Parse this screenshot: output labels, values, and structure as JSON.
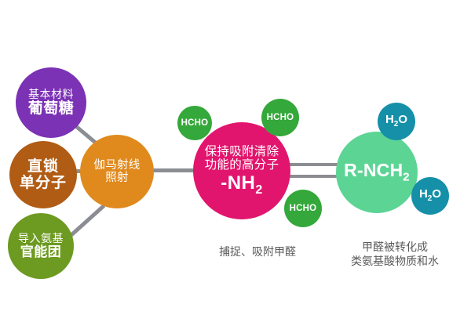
{
  "diagram": {
    "nodes": {
      "glucose": {
        "line1": "基本材料",
        "line2": "葡萄糖",
        "color": "#7b32b4"
      },
      "monomer": {
        "line1": "直锁",
        "line2": "单分子",
        "color": "#b05c15"
      },
      "amino": {
        "line1": "导入氨基",
        "line2": "官能团",
        "color": "#6d9a20"
      },
      "gamma": {
        "line1": "伽马射线",
        "line2": "照射",
        "color": "#e08a1e"
      },
      "polymer": {
        "line1": "保持吸附清除",
        "line2": "功能的高分子",
        "formula_main": "-NH",
        "formula_sub": "2",
        "color": "#e2156e"
      },
      "product": {
        "formula_main": "R-NCH",
        "formula_sub": "2",
        "color": "#5bd494"
      },
      "hcho_1": {
        "label": "HCHO",
        "color": "#34a83a"
      },
      "hcho_2": {
        "label": "HCHO",
        "color": "#34a83a"
      },
      "hcho_3": {
        "label": "HCHO",
        "color": "#34a83a"
      },
      "h2o_1": {
        "main": "H",
        "sub": "2",
        "tail": "O",
        "color": "#1590a8"
      },
      "h2o_2": {
        "main": "H",
        "sub": "2",
        "tail": "O",
        "color": "#1590a8"
      }
    },
    "captions": {
      "capture": "捕捉、吸附甲醛",
      "convert_line1": "甲醛被转化成",
      "convert_line2": "类氨基酸物质和水"
    },
    "connector_color": "#8b8d92"
  }
}
